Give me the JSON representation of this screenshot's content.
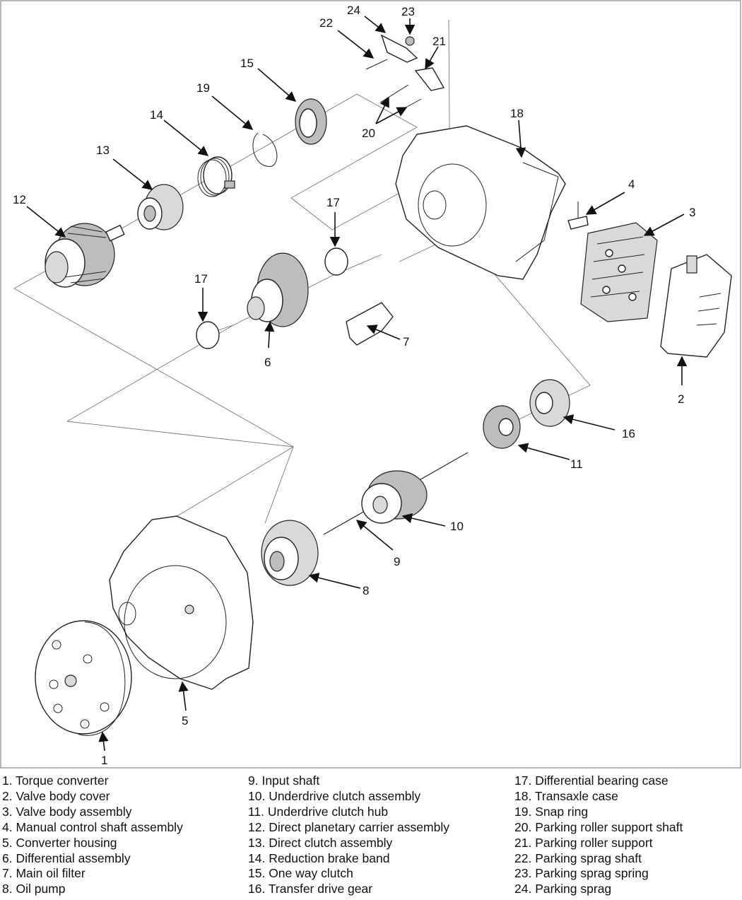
{
  "callouts": {
    "c1": "1",
    "c2": "2",
    "c3": "3",
    "c4": "4",
    "c5": "5",
    "c6": "6",
    "c7": "7",
    "c8": "8",
    "c9": "9",
    "c10": "10",
    "c11": "11",
    "c12": "12",
    "c13": "13",
    "c14": "14",
    "c15": "15",
    "c16": "16",
    "c17a": "17",
    "c17b": "17",
    "c18": "18",
    "c19": "19",
    "c20": "20",
    "c21": "21",
    "c22": "22",
    "c23": "23",
    "c24": "24"
  },
  "legend": {
    "col1": [
      "1.  Torque converter",
      "2.  Valve body cover",
      "3.  Valve body assembly",
      "4.  Manual control shaft assembly",
      "5.  Converter housing",
      "6.  Differential assembly",
      "7.  Main oil filter",
      "8.  Oil pump"
    ],
    "col2": [
      "9.  Input shaft",
      "10.  Underdrive clutch assembly",
      "11.  Underdrive clutch hub",
      "12.  Direct planetary carrier assembly",
      "13.  Direct clutch assembly",
      "14.  Reduction brake band",
      "15.  One way clutch",
      "16.  Transfer drive gear"
    ],
    "col3": [
      "17.  Differential bearing case",
      "18.  Transaxle case",
      "19.  Snap ring",
      "20.  Parking roller support shaft",
      "21.  Parking roller support",
      "22.  Parking sprag shaft",
      "23.  Parking sprag spring",
      "24.  Parking sprag"
    ]
  }
}
